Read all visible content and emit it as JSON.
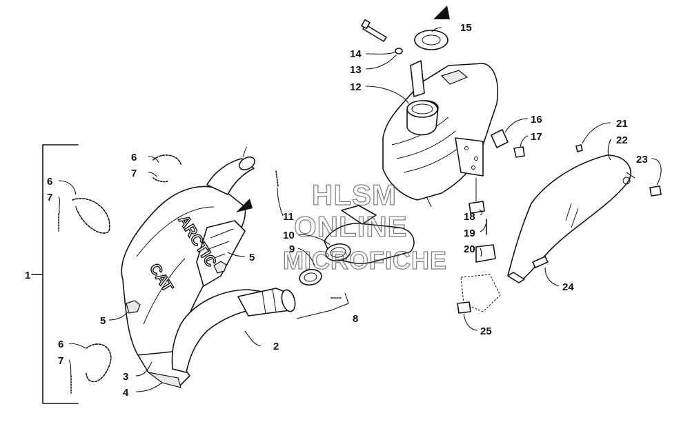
{
  "callouts": {
    "c1": "1",
    "c2": "2",
    "c3": "3",
    "c4": "4",
    "c5a": "5",
    "c5b": "5",
    "c6a": "6",
    "c6b": "6",
    "c6c": "6",
    "c7a": "7",
    "c7b": "7",
    "c7c": "7",
    "c8": "8",
    "c9": "9",
    "c10": "10",
    "c11": "11",
    "c12": "12",
    "c13": "13",
    "c14": "14",
    "c15": "15",
    "c16": "16",
    "c17": "17",
    "c18": "18",
    "c19": "19",
    "c20": "20",
    "c21": "21",
    "c22": "22",
    "c23": "23",
    "c24": "24",
    "c25": "25"
  },
  "brand": {
    "line1": "ARCTIC",
    "line2": "CAT"
  },
  "watermark": {
    "line1": "HLSM",
    "line2": "ONLINE",
    "line3": "MICROFICHE"
  },
  "colors": {
    "ink": "#111111",
    "paper": "#ffffff",
    "watermark": "#555555"
  }
}
